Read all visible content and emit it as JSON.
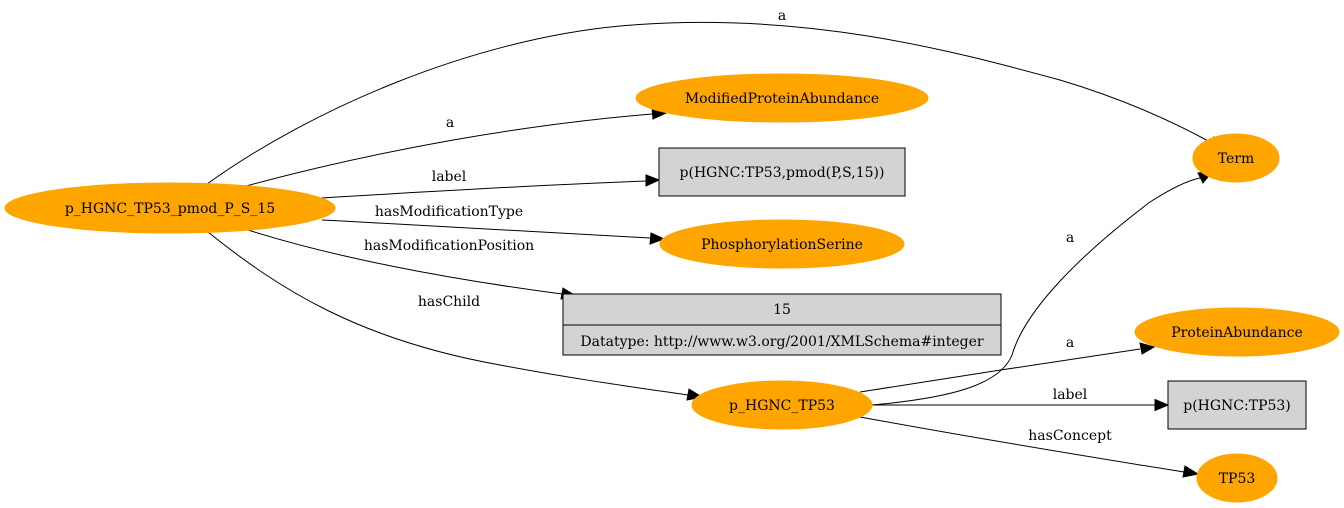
{
  "colors": {
    "node_fill": "#FFA500",
    "literal_fill": "#D3D3D3",
    "edge": "#000000"
  },
  "nodes": {
    "p_hgnc_tp53_pmod": "p_HGNC_TP53_pmod_P_S_15",
    "modified_protein_abundance": "ModifiedProteinAbundance",
    "pmod_label": "p(HGNC:TP53,pmod(P,S,15))",
    "phosphorylation_serine": "PhosphorylationSerine",
    "position_value": "15",
    "position_datatype": "Datatype: http://www.w3.org/2001/XMLSchema#integer",
    "term": "Term",
    "p_hgnc_tp53": "p_HGNC_TP53",
    "protein_abundance": "ProteinAbundance",
    "tp53_label": "p(HGNC:TP53)",
    "tp53": "TP53"
  },
  "edges": {
    "pmod_to_term": "a",
    "pmod_to_modified": "a",
    "pmod_to_label": "label",
    "pmod_to_modtype": "hasModificationType",
    "pmod_to_position": "hasModificationPosition",
    "pmod_to_child": "hasChild",
    "tp53_to_term": "a",
    "tp53_to_protein_abundance": "a",
    "tp53_to_label": "label",
    "tp53_to_concept": "hasConcept"
  }
}
